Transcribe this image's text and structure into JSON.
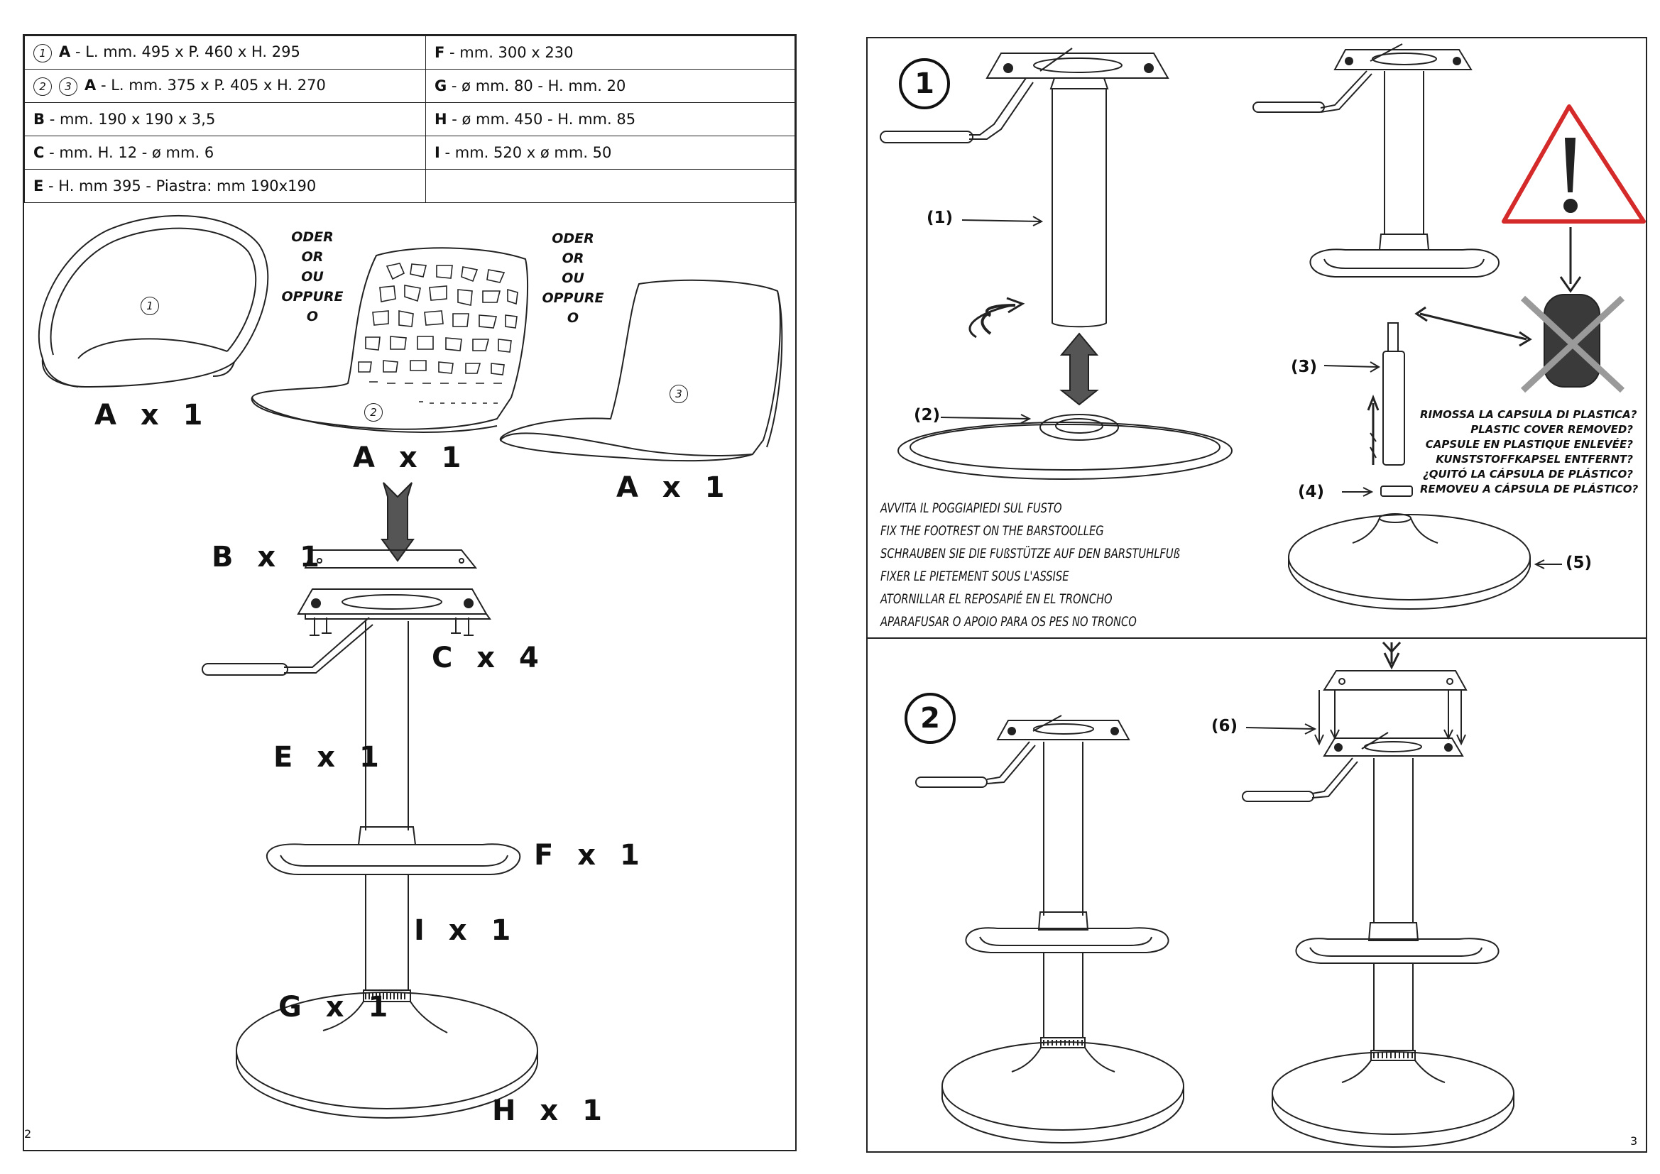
{
  "parts_table": {
    "rows": [
      {
        "left_circles": [
          "1"
        ],
        "left_code": "A",
        "left_text": " - L. mm. 495 x P. 460 x H. 295",
        "right_code": "F",
        "right_text": " - mm. 300 x 230"
      },
      {
        "left_circles": [
          "2",
          "3"
        ],
        "left_code": "A",
        "left_text": " - L. mm. 375 x P. 405 x H. 270",
        "right_code": "G",
        "right_text": " - ø mm. 80 - H. mm. 20"
      },
      {
        "left_circles": [],
        "left_code": "B",
        "left_text": " - mm. 190 x 190 x 3,5",
        "right_code": "H",
        "right_text": " - ø mm. 450 - H. mm. 85"
      },
      {
        "left_circles": [],
        "left_code": "C",
        "left_text": " - mm. H. 12 - ø  mm. 6",
        "right_code": "I",
        "right_text": " - mm. 520 x ø mm. 50"
      },
      {
        "left_circles": [],
        "left_code": "E",
        "left_text": " - H. mm 395 - Piastra: mm 190x190",
        "right_code": "",
        "right_text": ""
      }
    ]
  },
  "left_page": {
    "seat_markers": [
      "1",
      "2",
      "3"
    ],
    "oder_text": [
      "ODER",
      "OR",
      "OU",
      "OPPURE",
      "O"
    ],
    "labels": {
      "a1": "A x 1",
      "a2": "A x 1",
      "a3": "A x 1",
      "b": "B x 1",
      "c": "C x 4",
      "e": "E x 1",
      "f": "F x 1",
      "i": "I x 1",
      "g": "G x 1",
      "h": "H x 1"
    },
    "page_number": "2"
  },
  "right_page": {
    "step1": "1",
    "step2": "2",
    "refs": {
      "r1": "(1)",
      "r2": "(2)",
      "r3": "(3)",
      "r4": "(4)",
      "r5": "(5)",
      "r6": "(6)"
    },
    "instructions": [
      "AVVITA IL POGGIAPIEDI SUL FUSTO",
      "FIX THE FOOTREST ON THE BARSTOOLLEG",
      "SCHRAUBEN SIE DIE FUßSTÜTZE AUF DEN BARSTUHLFUß",
      "FIXER LE PIETEMENT  SOUS L'ASSISE",
      "ATORNILLAR EL REPOSAPIÉ  EN EL TRONCHO",
      "APARAFUSAR O APOIO  PARA OS PES NO TRONCO"
    ],
    "warning_lines": [
      "RIMOSSA LA CAPSULA DI PLASTICA?",
      "PLASTIC COVER REMOVED?",
      "CAPSULE EN PLASTIQUE ENLEVÉE?",
      "KUNSTSTOFFKAPSEL ENTFERNT?",
      "¿QUITÓ LA CÁPSULA DE PLÁSTICO?",
      "REMOVEU A CÁPSULA DE PLÁSTICO?"
    ],
    "warning_symbol": "!",
    "page_number": "3"
  },
  "colors": {
    "warning_red": "#d42a2a",
    "capsule": "#3a3a3a",
    "line": "#222222"
  },
  "icons": [
    "warning-triangle-icon",
    "crossed-capsule-icon",
    "rotate-arrow-icon",
    "down-arrow-icon",
    "up-arrow-icon"
  ]
}
